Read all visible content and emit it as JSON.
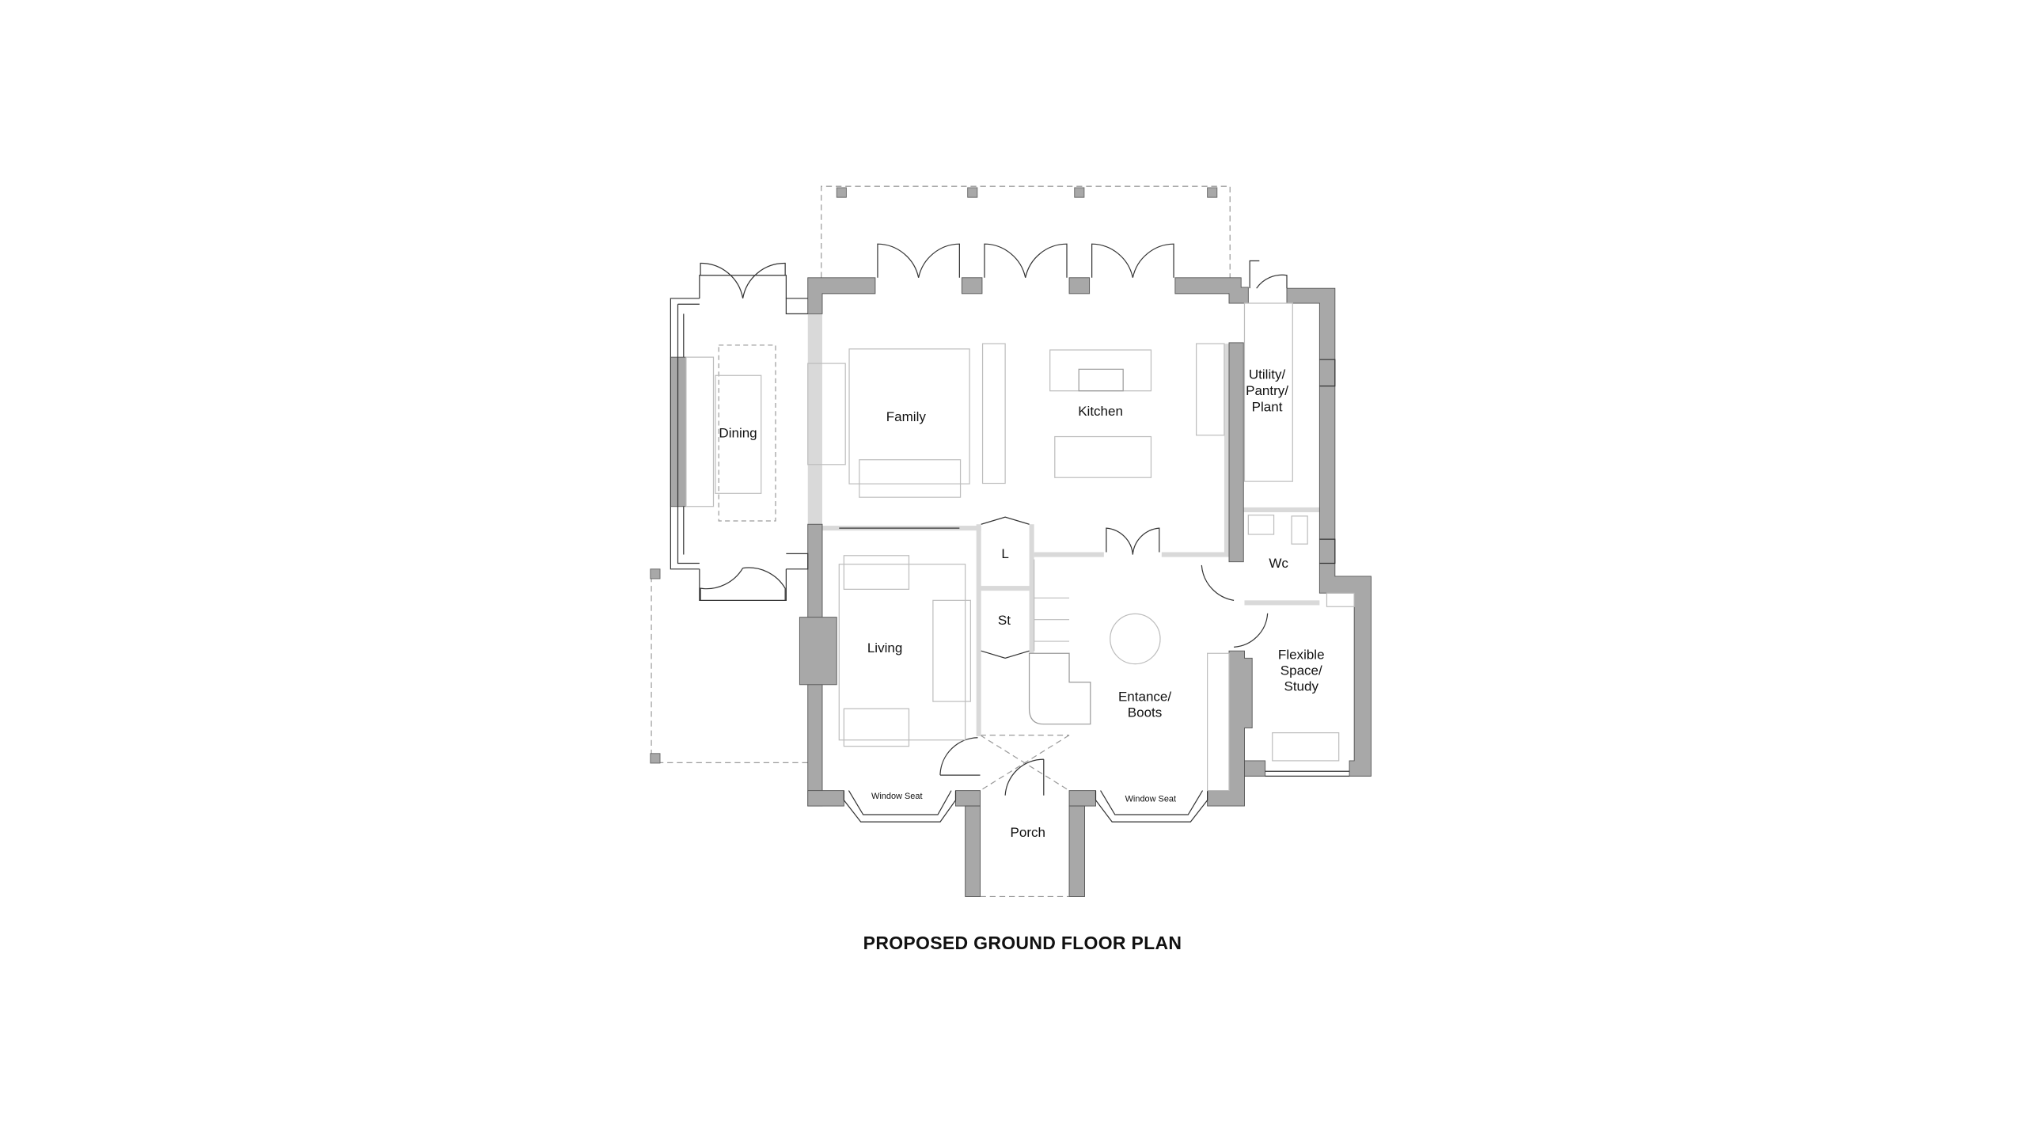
{
  "title": "PROPOSED GROUND FLOOR PLAN",
  "rooms": {
    "dining": "Dining",
    "family": "Family",
    "kitchen": "Kitchen",
    "utility": [
      "Utility/",
      "Pantry/",
      "Plant"
    ],
    "larder": "L",
    "store": "St",
    "living": "Living",
    "entrance": [
      "Entance/",
      "Boots"
    ],
    "wc": "Wc",
    "flexible": [
      "Flexible",
      "Space/",
      "Study"
    ],
    "window_seat_left": "Window Seat",
    "window_seat_right": "Window Seat",
    "porch": "Porch"
  },
  "colors": {
    "wall": "#a8a8a8",
    "partition": "#d9d9d9",
    "furniture": "#bdbdbd"
  }
}
